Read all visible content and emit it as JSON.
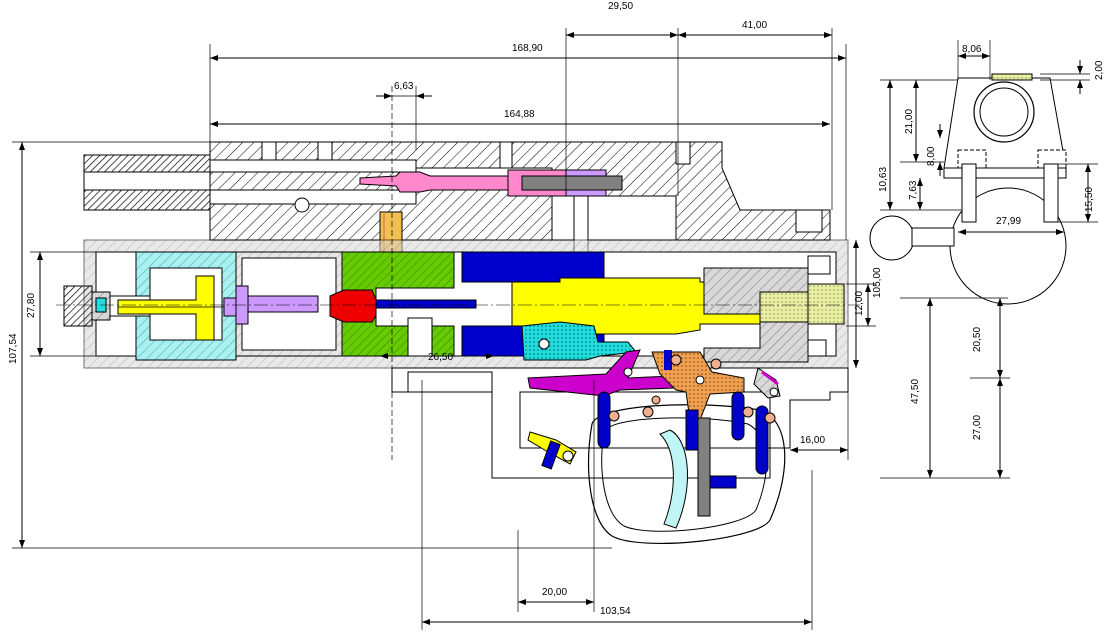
{
  "drawing": {
    "dimensions": {
      "d_29_50": "29,50",
      "d_41_00": "41,00",
      "d_168_90": "168,90",
      "d_6_63": "6,63",
      "d_164_88": "164,88",
      "d_107_54": "107,54",
      "d_27_80": "27,80",
      "d_26_50": "26,50",
      "d_16_00": "16,00",
      "d_20_00": "20,00",
      "d_103_54": "103,54",
      "d_8_06": "8,06",
      "d_2_00": "2,00",
      "d_21_00": "21,00",
      "d_8_00": "8,00",
      "d_10_63": "10,63",
      "d_7_63": "7,63",
      "d_15_50": "15,50",
      "d_27_99": "27,99",
      "d_105_00": "105,00",
      "d_12_00": "12,00",
      "d_20_50": "20,50",
      "d_47_50": "47,50",
      "d_27_00": "27,00"
    },
    "colors": {
      "hatch": "#000000",
      "barrel_bore": "#ffffff",
      "cyan_part": "#aaf0f0",
      "yellow_part": "#ffff00",
      "green_part": "#66cc00",
      "red_part": "#ee0000",
      "blue_part": "#0000cc",
      "pink_part": "#ff88cc",
      "violet_part": "#cc99ff",
      "magenta_part": "#cc00cc",
      "orange_part": "#f0a050",
      "light_cyan_part": "#bff5f5",
      "grey_part": "#808080",
      "pale_green_part": "#d8f0a0"
    }
  }
}
